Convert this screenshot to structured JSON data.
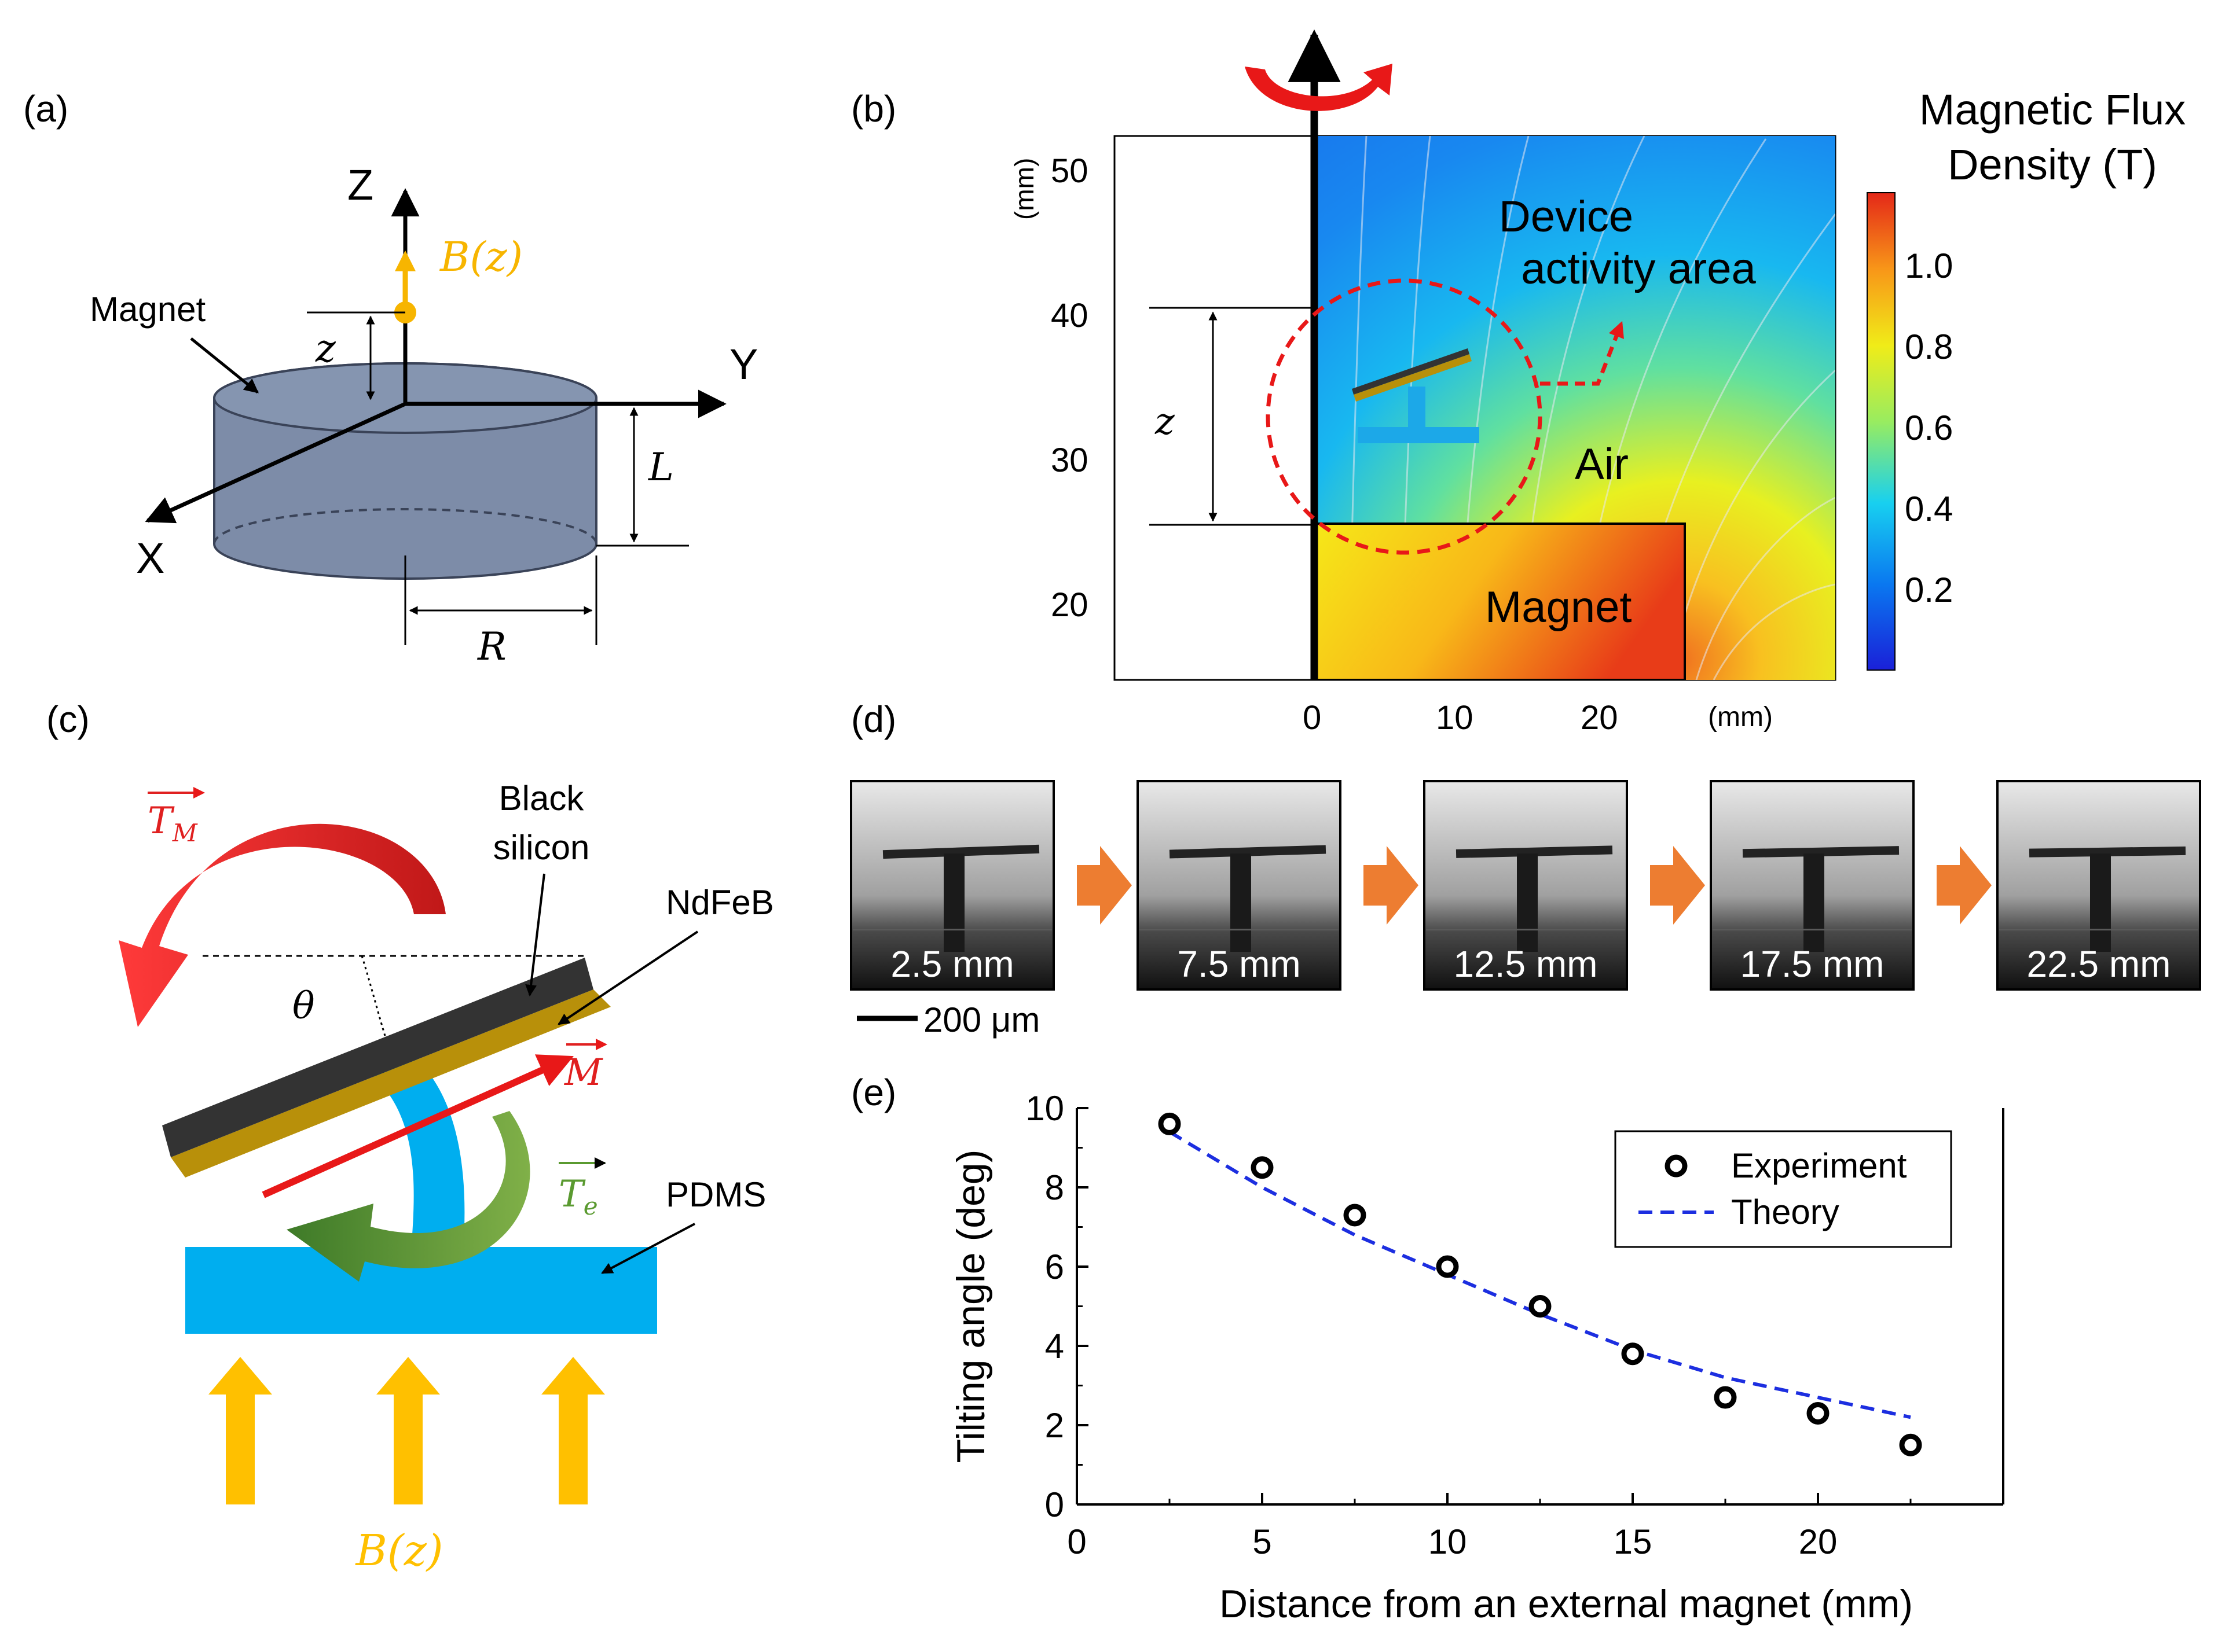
{
  "panel_labels": {
    "a": "(a)",
    "b": "(b)",
    "c": "(c)",
    "d": "(d)",
    "e": "(e)"
  },
  "panel_a": {
    "z_axis": "Z",
    "y_axis": "Y",
    "x_axis": "X",
    "field_label": "B(z)",
    "magnet_label": "Magnet",
    "z_dim": "z",
    "l_dim": "L",
    "r_dim": "R",
    "colors": {
      "magnet": "#7a8aa8",
      "field": "#f7b500"
    }
  },
  "panel_b": {
    "y_unit": "(mm)",
    "x_unit": "(mm)",
    "y_ticks": [
      "50",
      "40",
      "30",
      "20"
    ],
    "x_ticks": [
      "0",
      "10",
      "20"
    ],
    "device_label_line1": "Device",
    "device_label_line2": "activity area",
    "air_label": "Air",
    "magnet_label": "Magnet",
    "z_dim": "z",
    "colorbar_title_line1": "Magnetic Flux",
    "colorbar_title_line2": "Density (T)",
    "colorbar_ticks": [
      "1.0",
      "0.8",
      "0.6",
      "0.4",
      "0.2"
    ]
  },
  "panel_c": {
    "torque_m": "T",
    "torque_m_sub": "M",
    "torque_e": "T",
    "torque_e_sub": "e",
    "moment": "M",
    "angle": "θ",
    "black_silicon_line1": "Black",
    "black_silicon_line2": "silicon",
    "ndfeb": "NdFeB",
    "pdms": "PDMS",
    "field": "B(z)",
    "colors": {
      "black_silicon": "#333333",
      "ndfeb": "#b8900a",
      "pdms": "#00aeef",
      "torque_m": "#e02020",
      "torque_e": "#5a9a30",
      "field": "#ffc000"
    }
  },
  "panel_d": {
    "frames": [
      "2.5 mm",
      "7.5 mm",
      "12.5 mm",
      "17.5 mm",
      "22.5 mm"
    ],
    "scale_bar": "200 μm"
  },
  "chart_data": {
    "type": "scatter",
    "xlabel": "Distance from an external magnet (mm)",
    "ylabel": "Tilting angle (deg)",
    "xlim": [
      0,
      25
    ],
    "ylim": [
      0,
      10
    ],
    "x_ticks": [
      "0",
      "5",
      "10",
      "15",
      "20"
    ],
    "y_ticks": [
      "0",
      "2",
      "4",
      "6",
      "8",
      "10"
    ],
    "legend_position": "top-right",
    "series": [
      {
        "name": "Experiment",
        "style": "markers",
        "color": "#000000",
        "x": [
          2.5,
          5,
          7.5,
          10,
          12.5,
          15,
          17.5,
          20,
          22.5
        ],
        "y": [
          9.6,
          8.5,
          7.3,
          6.0,
          5.0,
          3.8,
          2.7,
          2.3,
          1.5
        ]
      },
      {
        "name": "Theory",
        "style": "dashed-line",
        "color": "#1c2ee0",
        "x": [
          2.5,
          5,
          7.5,
          10,
          12.5,
          15,
          17.5,
          20,
          22.5
        ],
        "y": [
          9.4,
          8.0,
          6.8,
          5.8,
          4.8,
          3.9,
          3.2,
          2.7,
          2.2
        ]
      }
    ]
  }
}
